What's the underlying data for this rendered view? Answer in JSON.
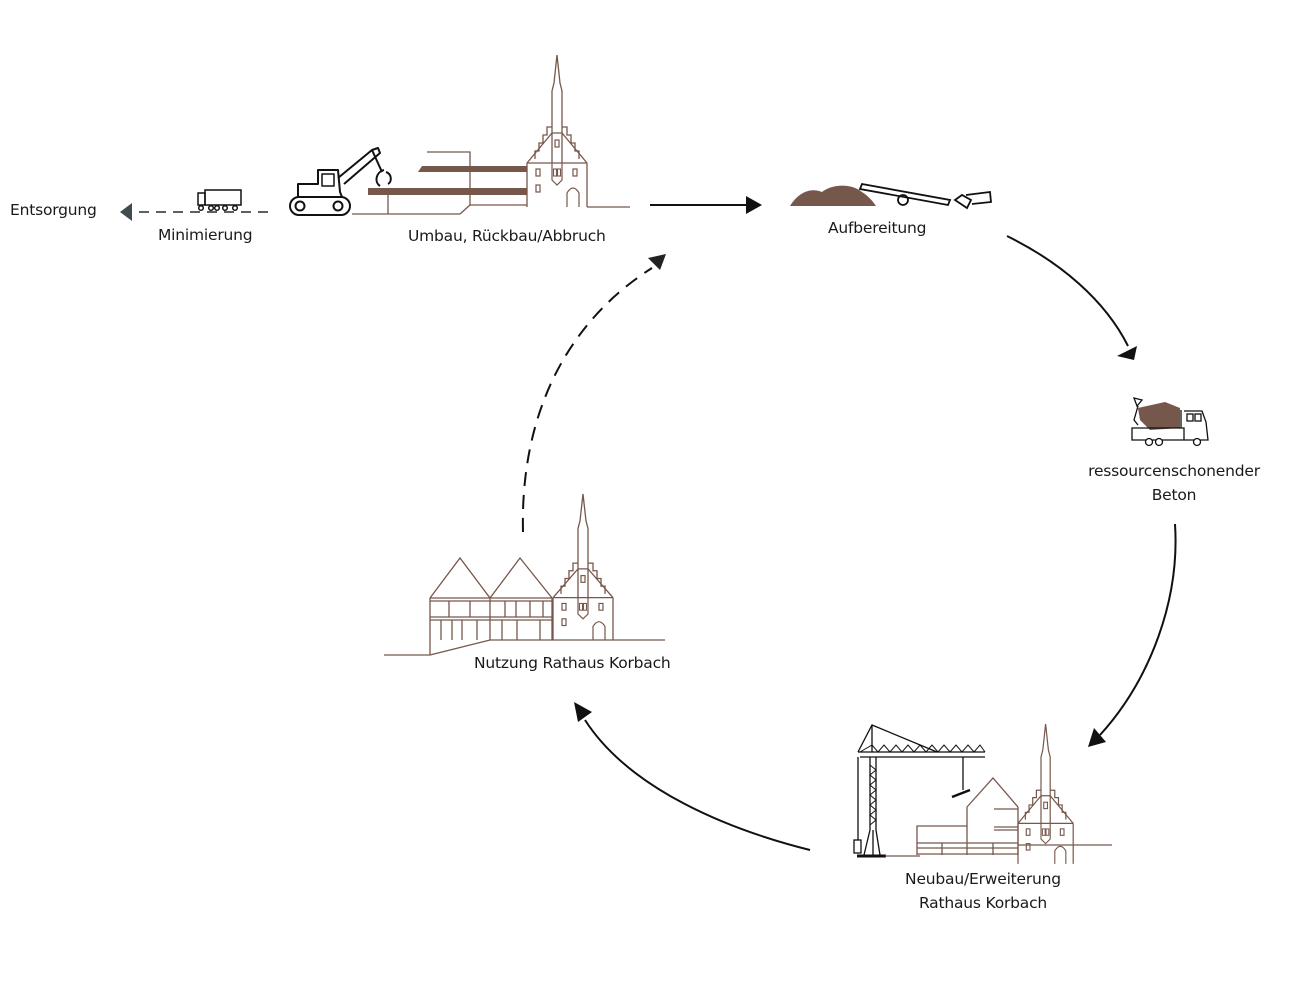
{
  "diagram": {
    "title": "",
    "colors": {
      "building_stroke": "#76574b",
      "material_fill": "#76574b",
      "arrow": "#111111",
      "disposal_arrow": "#3f4d4f"
    },
    "nodes": {
      "disposal": {
        "label": "Entsorgung",
        "icon": "arrow-left-icon"
      },
      "minimization": {
        "label": "Minimierung",
        "icon": "truck-icon"
      },
      "demolition": {
        "label": "Umbau, Rückbau/Abbruch",
        "icons": [
          "excavator-icon",
          "town-hall-icon"
        ]
      },
      "processing": {
        "label": "Aufbereitung",
        "icons": [
          "rubble-pile-icon",
          "conveyor-icon"
        ]
      },
      "concrete": {
        "label_line1": "ressourcenschonender",
        "label_line2": "Beton",
        "icon": "concrete-mixer-truck-icon"
      },
      "construction": {
        "label_line1": "Neubau/Erweiterung",
        "label_line2": "Rathaus Korbach",
        "icons": [
          "tower-crane-icon",
          "town-hall-icon"
        ]
      },
      "usage": {
        "label": "Nutzung Rathaus Korbach",
        "icon": "town-hall-extended-icon"
      }
    },
    "edges": [
      {
        "from": "demolition",
        "to": "processing",
        "style": "solid"
      },
      {
        "from": "processing",
        "to": "concrete",
        "style": "solid"
      },
      {
        "from": "concrete",
        "to": "construction",
        "style": "solid"
      },
      {
        "from": "construction",
        "to": "usage",
        "style": "solid"
      },
      {
        "from": "usage",
        "to": "demolition",
        "style": "dashed"
      },
      {
        "from": "demolition",
        "to": "disposal",
        "style": "dashed",
        "via": "minimization"
      }
    ]
  }
}
